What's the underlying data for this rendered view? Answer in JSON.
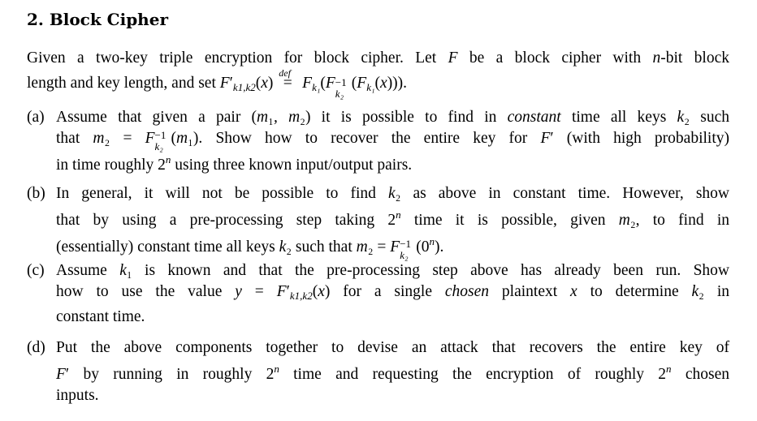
{
  "heading": "2. Block Cipher",
  "intro": {
    "line1": "Given a two-key triple encryption for block cipher. Let F be a block cipher with n-bit block",
    "line2_prefix": "length and key length, and set"
  },
  "items": [
    {
      "label": "(a)",
      "lines": [
        "Assume that given a pair (m₁, m₂) it is possible to find in constant time all keys k₂ such",
        "that m₂ = F⁻¹k₂(m₁). Show how to recover the entire key for F′ (with high probability)",
        "in time roughly 2ⁿ using three known input/output pairs."
      ]
    },
    {
      "label": "(b)",
      "lines": [
        "In general, it will not be possible to find k₂ as above in constant time. However, show",
        "that by using a pre-processing step taking 2ⁿ time it is possible, given m₂, to find in",
        "(essentially) constant time all keys k₂ such that m₂ = F⁻¹k₂(0ⁿ)."
      ]
    },
    {
      "label": "(c)",
      "lines": [
        "Assume k₁ is known and that the pre-processing step above has already been run. Show",
        "how to use the value y = F′k₁,k₂(x) for a single chosen plaintext x to determine k₂ in",
        "constant time."
      ]
    },
    {
      "label": "(d)",
      "lines": [
        "Put the above components together to devise an attack that recovers the entire key of",
        "F′ by running in roughly 2ⁿ time and requesting the encryption of roughly 2ⁿ chosen",
        "inputs."
      ]
    }
  ]
}
